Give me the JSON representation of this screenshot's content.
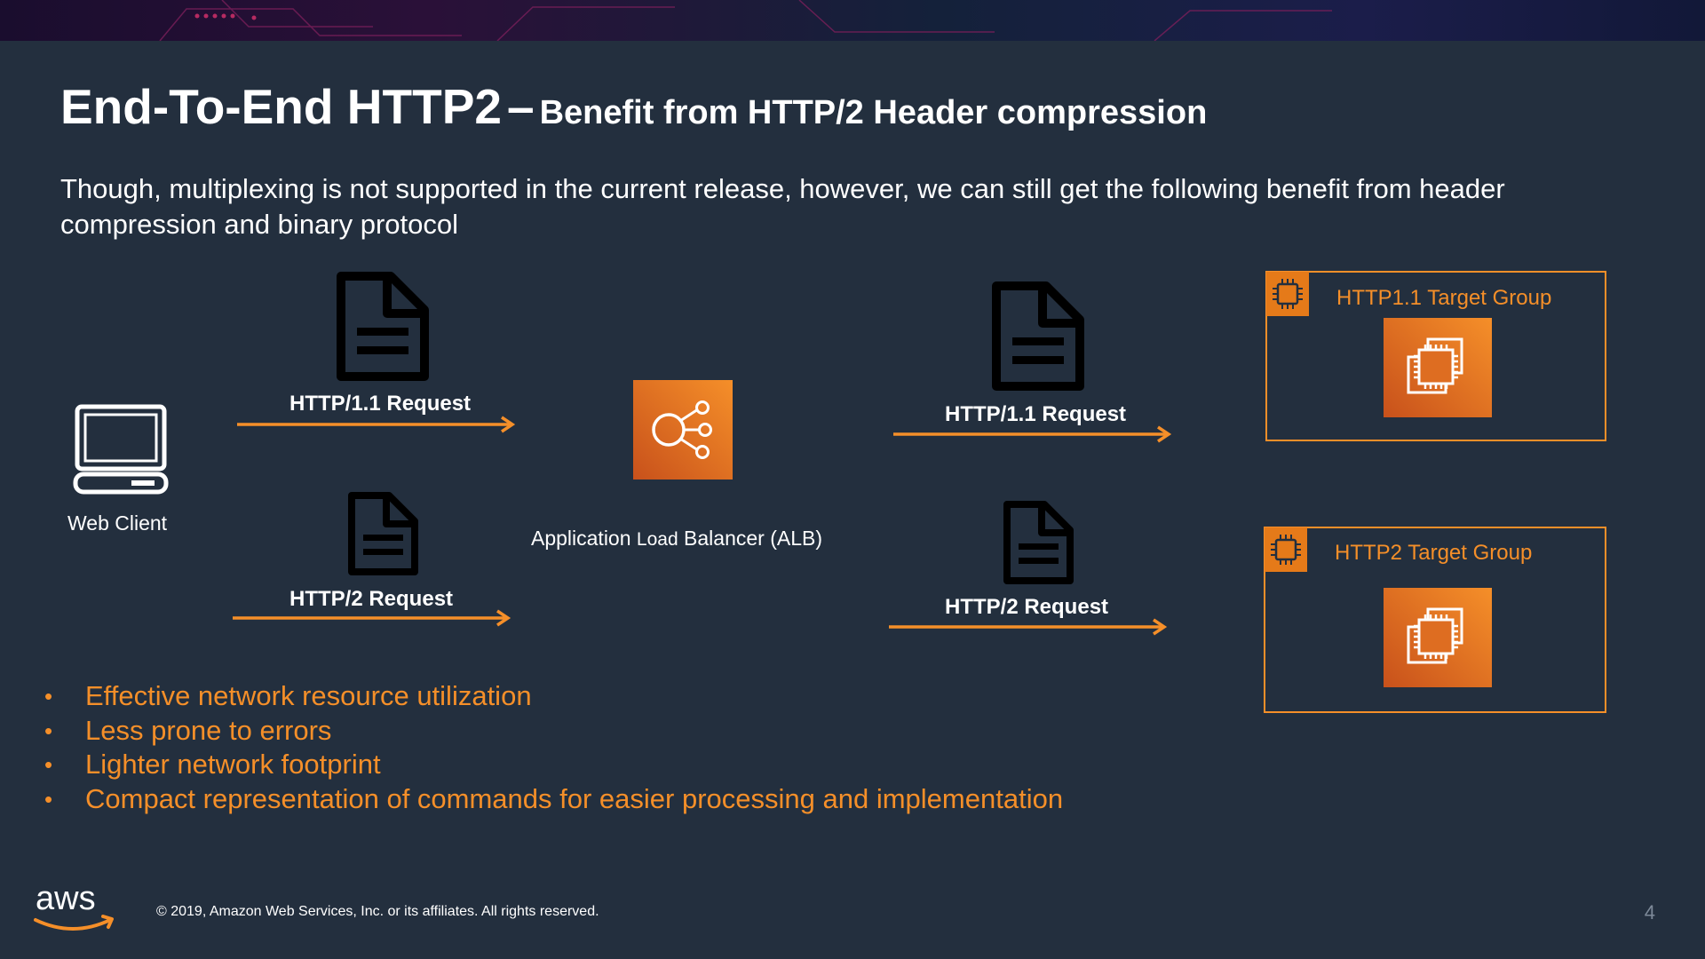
{
  "slide": {
    "title": "End-To-End HTTP2",
    "title_dash": "–",
    "subtitle": "Benefit from HTTP/2 Header compression",
    "intro": "Though, multiplexing is not supported in the current release, however, we can still get the following benefit from header compression and binary protocol"
  },
  "diagram": {
    "client_label": "Web Client",
    "left_req_1": "HTTP/1.1 Request",
    "left_req_2": "HTTP/2 Request",
    "alb_label_a": "Application ",
    "alb_label_b": "Load",
    "alb_label_c": " Balancer (ALB)",
    "right_req_1": "HTTP/1.1 Request",
    "right_req_2": "HTTP/2 Request",
    "tg1_label": "HTTP1.1 Target Group",
    "tg2_label": "HTTP2 Target Group"
  },
  "benefits": [
    "Effective network resource utilization",
    "Less prone to errors",
    "Lighter network footprint",
    "Compact representation of commands for easier processing and implementation"
  ],
  "footer": {
    "logo_text": "aws",
    "copyright": "© 2019, Amazon Web Services, Inc. or its affiliates. All rights reserved.",
    "page_number": "4"
  },
  "colors": {
    "background": "#232f3e",
    "accent": "#f58f29",
    "text": "#ffffff"
  },
  "icons": [
    "laptop-icon",
    "document-icon",
    "load-balancer-icon",
    "ec2-instance-icon",
    "chip-icon",
    "aws-logo"
  ]
}
